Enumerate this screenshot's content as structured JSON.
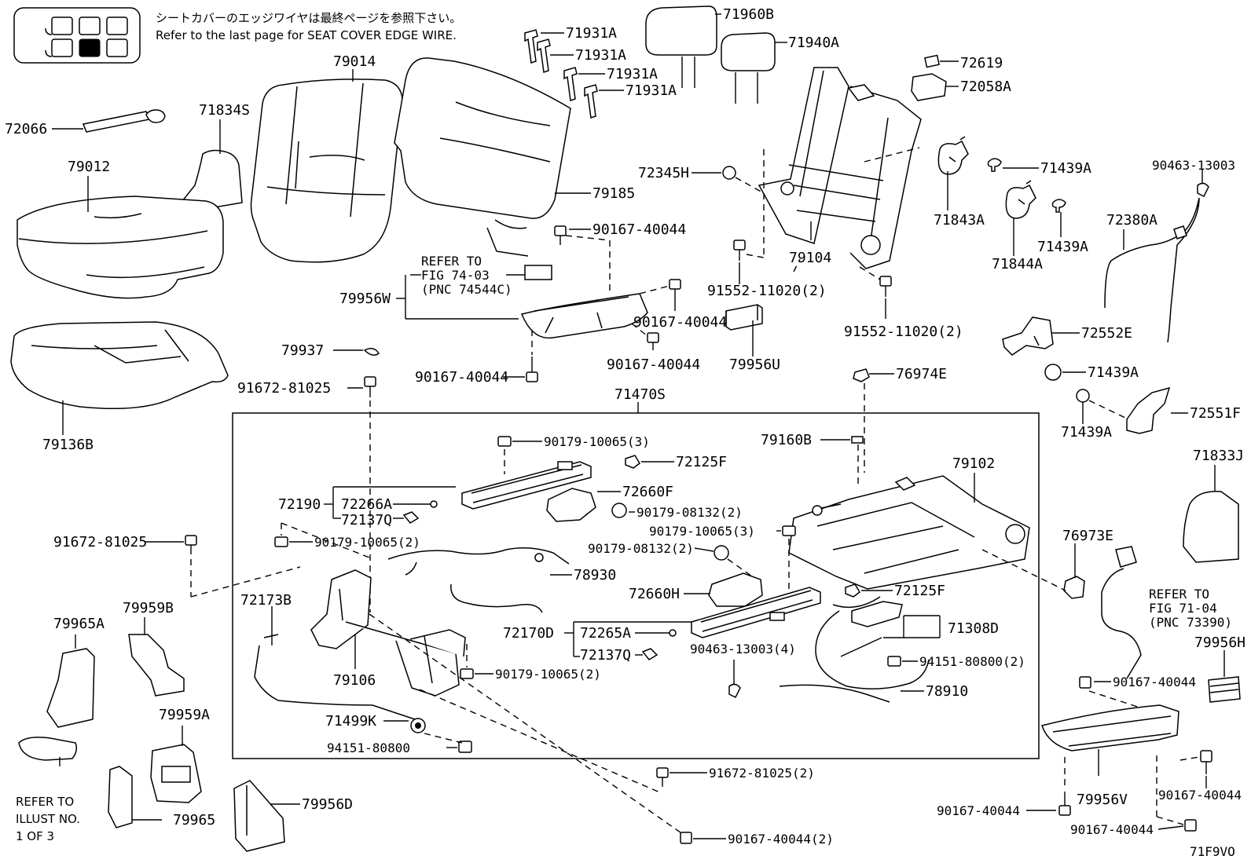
{
  "header": {
    "jp_note": "シートカバーのエッジワイヤは最終ページを参照下さい。",
    "en_note": "Refer to the last page for SEAT COVER EDGE WIRE."
  },
  "footer": {
    "code": "71F9VO"
  },
  "refs": {
    "fig7403": [
      "REFER TO",
      "FIG 74-03",
      "(PNC 74544C)"
    ],
    "fig7104": [
      "REFER TO",
      "FIG 71-04",
      "(PNC 73390)"
    ],
    "illust": [
      "REFER TO",
      "ILLUST NO.",
      "1 OF 3"
    ]
  },
  "labels": {
    "p71960B": "71960B",
    "p71940A": "71940A",
    "p71931A_1": "71931A",
    "p71931A_2": "71931A",
    "p71931A_3": "71931A",
    "p71931A_4": "71931A",
    "p79014": "79014",
    "p72066": "72066",
    "p71834S": "71834S",
    "p79012": "79012",
    "p72619": "72619",
    "p72058A": "72058A",
    "p71439A_1": "71439A",
    "p71439A_2": "71439A",
    "p71439A_3": "71439A",
    "p71439A_4": "71439A",
    "p90463_13003": "90463-13003",
    "p72345H": "72345H",
    "p79185": "79185",
    "p90167_40044_1": "90167-40044",
    "p90167_40044_2": "90167-40044",
    "p90167_40044_3": "90167-40044",
    "p90167_40044_4": "90167-40044",
    "p90167_40044_5": "90167-40044",
    "p90167_40044_6": "90167-40044",
    "p90167_40044_7": "90167-40044",
    "p90167_40044_8": "90167-40044",
    "p71843A": "71843A",
    "p71844A": "71844A",
    "p72380A": "72380A",
    "p79104": "79104",
    "p91552_11020_1": "91552-11020(2)",
    "p91552_11020_2": "91552-11020(2)",
    "p79956W": "79956W",
    "p79956U": "79956U",
    "p72552E": "72552E",
    "p79937": "79937",
    "p91672_81025_1": "91672-81025",
    "p91672_81025_2": "91672-81025",
    "p91672_81025_3": "91672-81025(2)",
    "p76974E": "76974E",
    "p71470S": "71470S",
    "p72551F": "72551F",
    "p79136B": "79136B",
    "p90179_10065_1": "90179-10065(3)",
    "p90179_10065_2": "90179-10065(3)",
    "p90179_10065_3": "90179-10065(2)",
    "p90179_10065_4": "90179-10065(2)",
    "p72125F_1": "72125F",
    "p72125F_2": "72125F",
    "p79160B": "79160B",
    "p71833J": "71833J",
    "p79102": "79102",
    "p72660F": "72660F",
    "p72190": "72190",
    "p72266A": "72266A",
    "p72137Q_1": "72137Q",
    "p72137Q_2": "72137Q",
    "p90179_08132_1": "90179-08132(2)",
    "p90179_08132_2": "90179-08132(2)",
    "p76973E": "76973E",
    "p78930": "78930",
    "p72173B": "72173B",
    "p72660H": "72660H",
    "p79959B": "79959B",
    "p79965A": "79965A",
    "p72170D": "72170D",
    "p72265A": "72265A",
    "p71308D": "71308D",
    "p90463_13003_4": "90463-13003(4)",
    "p94151_80800_1": "94151-80800(2)",
    "p94151_80800_2": "94151-80800",
    "p79956H": "79956H",
    "p79106": "79106",
    "p78910": "78910",
    "p79959A": "79959A",
    "p71499K": "71499K",
    "p90167_40044_2x": "90167-40044(2)",
    "p79956D": "79956D",
    "p79965": "79965",
    "p79956V": "79956V"
  }
}
